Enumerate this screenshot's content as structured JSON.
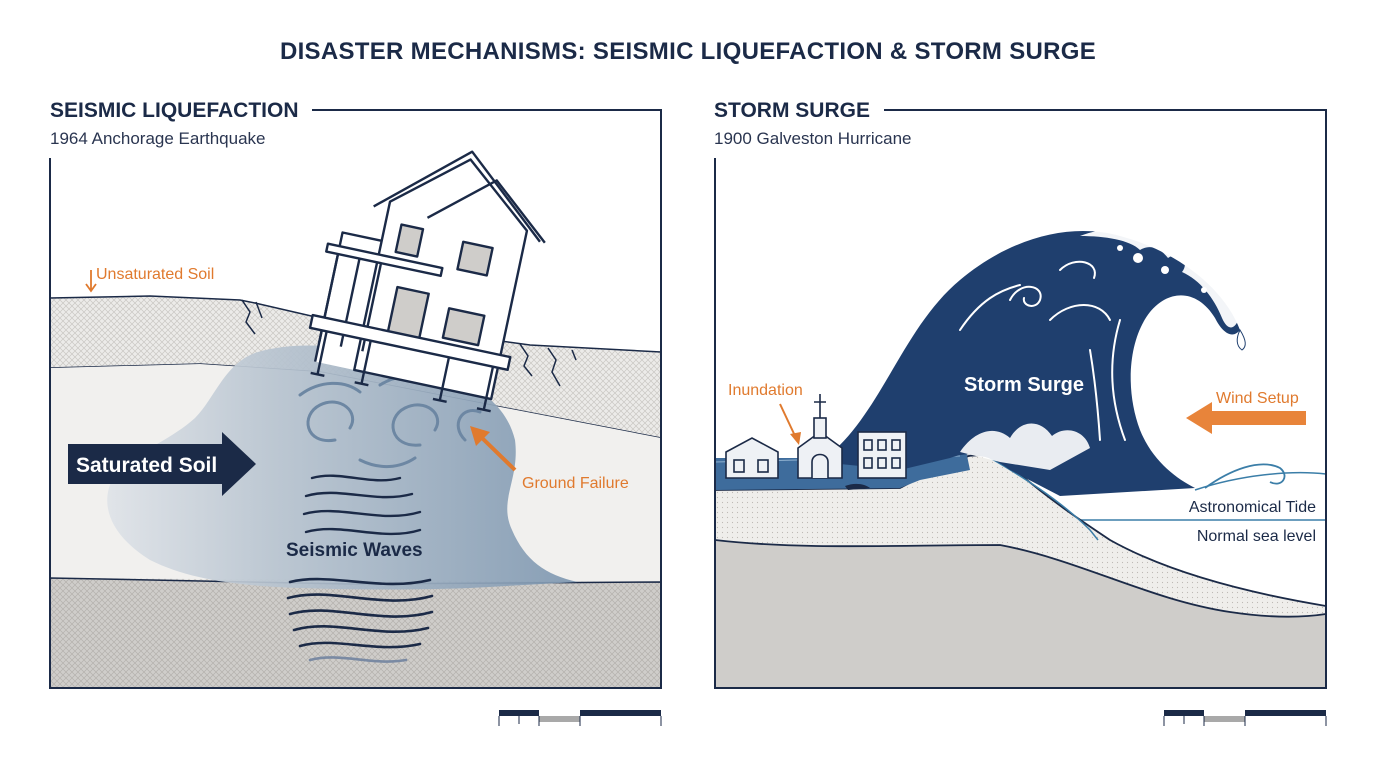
{
  "title": "DISASTER MECHANISMS: SEISMIC LIQUEFACTION & STORM SURGE",
  "left_panel": {
    "heading": "SEISMIC LIQUEFACTION",
    "subheading": "1964 Anchorage Earthquake",
    "labels": {
      "unsaturated_soil": "Unsaturated Soil",
      "saturated_soil": "Saturated Soil",
      "ground_failure": "Ground Failure",
      "seismic_waves": "Seismic Waves"
    }
  },
  "right_panel": {
    "heading": "STORM SURGE",
    "subheading": "1900 Galveston Hurricane",
    "labels": {
      "inundation": "Inundation",
      "storm_surge": "Storm Surge",
      "wind_setup": "Wind Setup",
      "astronomical_tide": "Astronomical Tide",
      "normal_sea_level": "Normal sea level"
    }
  },
  "colors": {
    "navy": "#1b2a47",
    "orange": "#e07a2e",
    "wave_blue": "#1f3f6e",
    "liquefied_blue": "#8ea3b8",
    "ground_grey": "#cfcdca",
    "stipple": "#ecebe8"
  }
}
